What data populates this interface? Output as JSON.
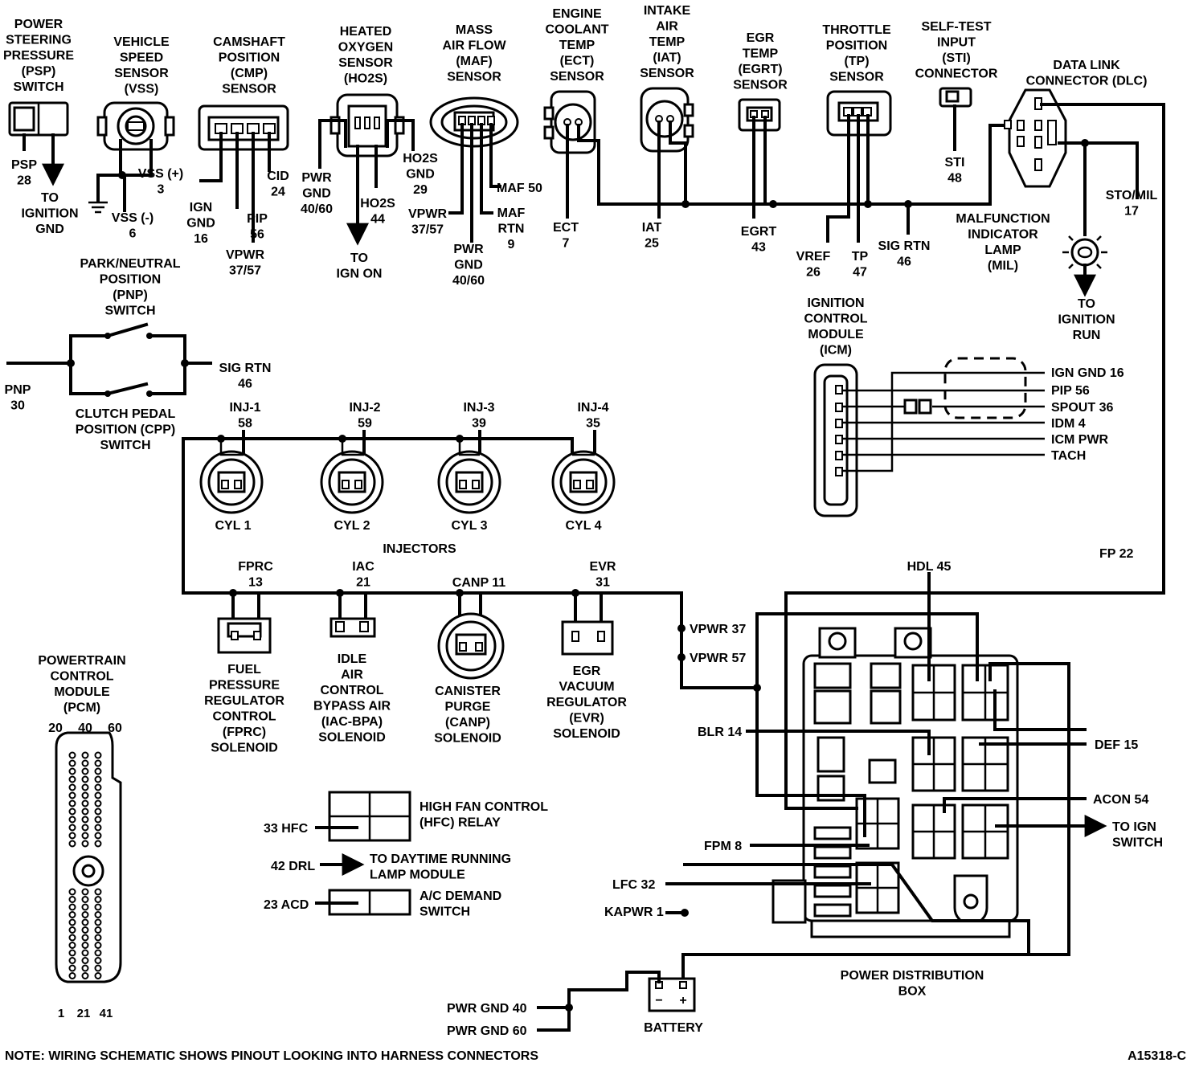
{
  "components": {
    "psp": [
      "POWER",
      "STEERING",
      "PRESSURE",
      "(PSP)",
      "SWITCH"
    ],
    "vss": [
      "VEHICLE",
      "SPEED",
      "SENSOR",
      "(VSS)"
    ],
    "cmp": [
      "CAMSHAFT",
      "POSITION",
      "(CMP)",
      "SENSOR"
    ],
    "ho2s": [
      "HEATED",
      "OXYGEN",
      "SENSOR",
      "(HO2S)"
    ],
    "maf": [
      "MASS",
      "AIR FLOW",
      "(MAF)",
      "SENSOR"
    ],
    "ect": [
      "ENGINE",
      "COOLANT",
      "TEMP",
      "(ECT)",
      "SENSOR"
    ],
    "iat": [
      "INTAKE",
      "AIR",
      "TEMP",
      "(IAT)",
      "SENSOR"
    ],
    "egrt": [
      "EGR",
      "TEMP",
      "(EGRT)",
      "SENSOR"
    ],
    "tp": [
      "THROTTLE",
      "POSITION",
      "(TP)",
      "SENSOR"
    ],
    "sti": [
      "SELF-TEST",
      "INPUT",
      "(STI)",
      "CONNECTOR"
    ],
    "dlc": [
      "DATA LINK",
      "CONNECTOR (DLC)"
    ],
    "mil": [
      "MALFUNCTION",
      "INDICATOR",
      "LAMP",
      "(MIL)"
    ],
    "pnp": [
      "PARK/NEUTRAL",
      "POSITION",
      "(PNP)",
      "SWITCH"
    ],
    "cpp": [
      "CLUTCH PEDAL",
      "POSITION (CPP)",
      "SWITCH"
    ],
    "icm": [
      "IGNITION",
      "CONTROL",
      "MODULE",
      "(ICM)"
    ],
    "fprc": [
      "FUEL",
      "PRESSURE",
      "REGULATOR",
      "CONTROL",
      "(FPRC)",
      "SOLENOID"
    ],
    "iac": [
      "IDLE",
      "AIR",
      "CONTROL",
      "BYPASS AIR",
      "(IAC-BPA)",
      "SOLENOID"
    ],
    "canp": [
      "CANISTER",
      "PURGE",
      "(CANP)",
      "SOLENOID"
    ],
    "evr": [
      "EGR",
      "VACUUM",
      "REGULATOR",
      "(EVR)",
      "SOLENOID"
    ],
    "pcm": [
      "POWERTRAIN",
      "CONTROL",
      "MODULE",
      "(PCM)"
    ],
    "hfc": [
      "HIGH FAN CONTROL",
      "(HFC) RELAY"
    ],
    "drl": [
      "TO DAYTIME RUNNING",
      "LAMP MODULE"
    ],
    "acd": [
      "A/C DEMAND",
      "SWITCH"
    ],
    "pdb": [
      "POWER DISTRIBUTION",
      "BOX"
    ]
  },
  "pins": {
    "psp": [
      "PSP",
      "28"
    ],
    "ign_gnd_to": [
      "TO",
      "IGNITION",
      "GND"
    ],
    "vss_plus": [
      "VSS (+)",
      "3"
    ],
    "vss_minus": [
      "VSS (-)",
      "6"
    ],
    "cmp_ign_gnd": [
      "IGN",
      "GND",
      "16"
    ],
    "cmp_pip": [
      "PIP",
      "56"
    ],
    "cmp_vpwr": [
      "VPWR",
      "37/57"
    ],
    "cmp_cid": [
      "CID",
      "24"
    ],
    "ho2s_pwr_gnd": [
      "PWR",
      "GND",
      "40/60"
    ],
    "ho2s_ho2s": [
      "HO2S",
      "44"
    ],
    "ho2s_gnd": [
      "HO2S",
      "GND",
      "29"
    ],
    "to_ign_on": [
      "TO",
      "IGN ON"
    ],
    "maf_vpwr": [
      "VPWR",
      "37/57"
    ],
    "maf_pwr_gnd": [
      "PWR",
      "GND",
      "40/60"
    ],
    "maf_50": "MAF 50",
    "maf_rtn": [
      "MAF",
      "RTN",
      "9"
    ],
    "ect_pin": [
      "ECT",
      "7"
    ],
    "iat_pin": [
      "IAT",
      "25"
    ],
    "egrt_pin": [
      "EGRT",
      "43"
    ],
    "vref": [
      "VREF",
      "26"
    ],
    "tp_pin": [
      "TP",
      "47"
    ],
    "sig_rtn_46": [
      "SIG RTN",
      "46"
    ],
    "sti_pin": [
      "STI",
      "48"
    ],
    "sto_mil": [
      "STO/MIL",
      "17"
    ],
    "to_ign_run": [
      "TO",
      "IGNITION",
      "RUN"
    ],
    "pnp_pin": [
      "PNP",
      "30"
    ],
    "pnp_sig_rtn": [
      "SIG RTN",
      "46"
    ],
    "icm_lines": [
      "IGN GND 16",
      "PIP 56",
      "SPOUT 36",
      "IDM 4",
      "ICM PWR",
      "TACH"
    ],
    "fp22": "FP 22"
  },
  "injectors": {
    "title": "INJECTORS",
    "items": [
      {
        "pin": [
          "INJ-1",
          "58"
        ],
        "cyl": "CYL 1"
      },
      {
        "pin": [
          "INJ-2",
          "59"
        ],
        "cyl": "CYL 2"
      },
      {
        "pin": [
          "INJ-3",
          "39"
        ],
        "cyl": "CYL 3"
      },
      {
        "pin": [
          "INJ-4",
          "35"
        ],
        "cyl": "CYL 4"
      }
    ]
  },
  "solenoid_pins": {
    "fprc": [
      "FPRC",
      "13"
    ],
    "iac": [
      "IAC",
      "21"
    ],
    "canp": "CANP 11",
    "evr": [
      "EVR",
      "31"
    ]
  },
  "pdb_pins": {
    "vpwr37": "VPWR 37",
    "vpwr57": "VPWR 57",
    "hdl45": "HDL 45",
    "blr14": "BLR 14",
    "def15": "DEF 15",
    "acon54": "ACON 54",
    "to_ign_switch": [
      "TO IGN",
      "SWITCH"
    ],
    "fpm8": "FPM 8",
    "lfc32": "LFC 32",
    "kapwr1": "KAPWR 1"
  },
  "misc": {
    "pcm_top_pins": [
      "20",
      "40",
      "60"
    ],
    "pcm_bottom_pins": [
      "1",
      "21",
      "41"
    ],
    "hfc_pin": "33 HFC",
    "drl_pin": "42 DRL",
    "acd_pin": "23 ACD",
    "pwr_gnd_40": "PWR GND 40",
    "pwr_gnd_60": "PWR GND 60",
    "battery": "BATTERY",
    "battery_minus": "−",
    "battery_plus": "+"
  },
  "footer": {
    "note": "NOTE: WIRING SCHEMATIC SHOWS PINOUT  LOOKING INTO HARNESS CONNECTORS",
    "code": "A15318-C"
  }
}
